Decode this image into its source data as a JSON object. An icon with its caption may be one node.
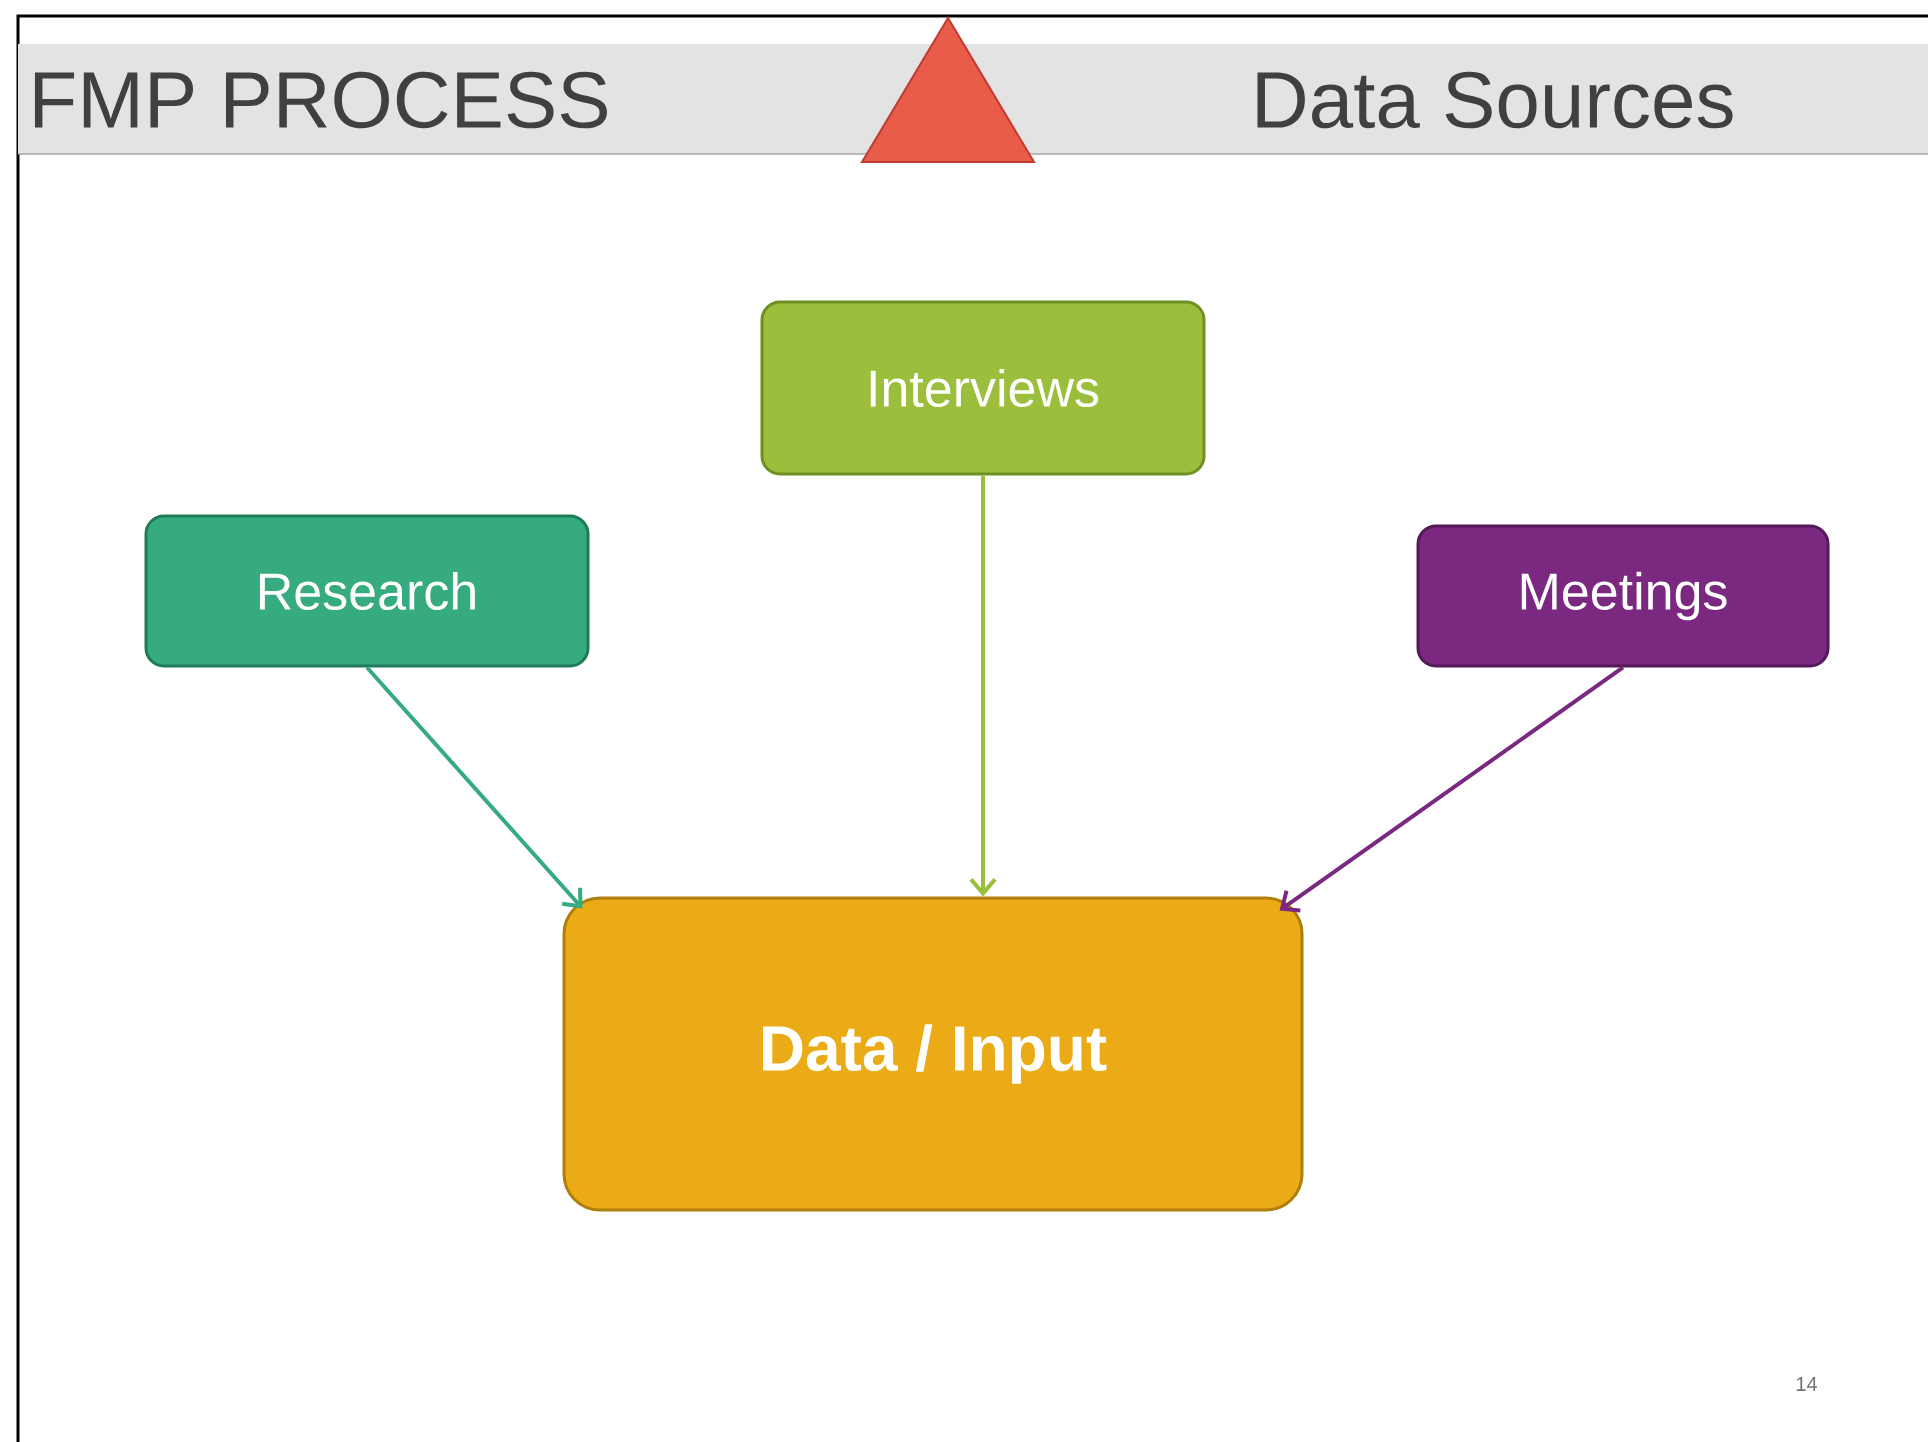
{
  "diagram": {
    "title": "FMP PROCESS",
    "nodes": [
      {
        "text": [
          "Research"
        ]
      },
      {
        "text": [
          "Interviews"
        ]
      },
      {
        "text": [
          "Meetings"
        ]
      },
      {
        "text": [
          "Data / Input"
        ]
      }
    ],
    "edges": [
      {
        "from": 0,
        "to": 3,
        "arrow": "to",
        "color": "#36ab80"
      },
      {
        "from": 1,
        "to": 3,
        "arrow": "to",
        "color": "#9bbf3c"
      },
      {
        "from": 2,
        "to": 3,
        "arrow": "to",
        "color": "#7a2880"
      }
    ],
    "labels": [
      "Data Sources",
      "14"
    ]
  }
}
